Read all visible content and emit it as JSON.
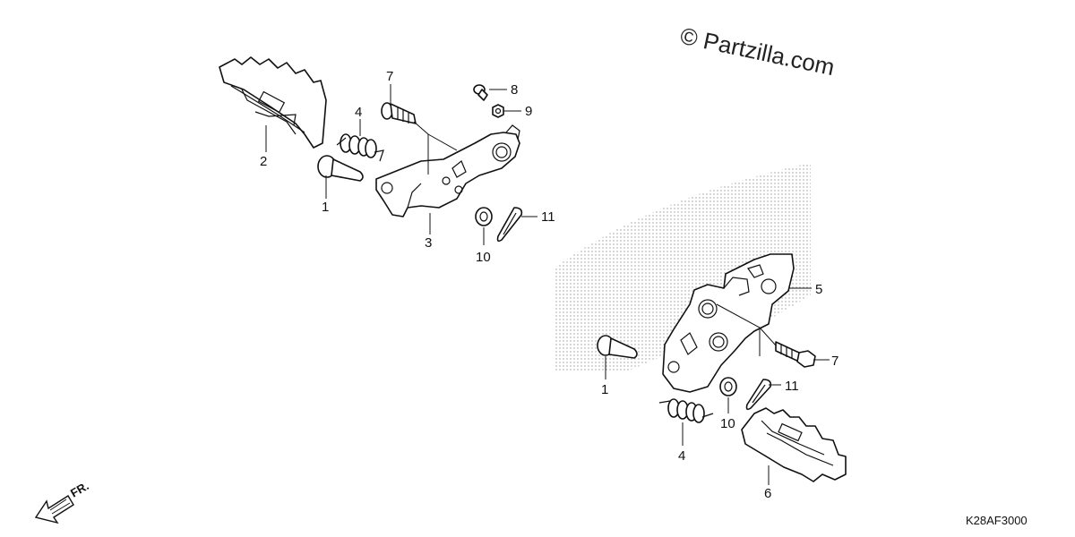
{
  "watermark": "© Partzilla.com",
  "diagram_code": "K28AF3000",
  "direction_label": "FR.",
  "callouts": {
    "left_1": "1",
    "left_2": "2",
    "left_3": "3",
    "left_4": "4",
    "left_7": "7",
    "left_8": "8",
    "left_9": "9",
    "left_10": "10",
    "left_11": "11",
    "right_1": "1",
    "right_4": "4",
    "right_5": "5",
    "right_6": "6",
    "right_7": "7",
    "right_10": "10",
    "right_11": "11"
  },
  "colors": {
    "line": "#111111",
    "stipple": "#9a9a9a"
  }
}
